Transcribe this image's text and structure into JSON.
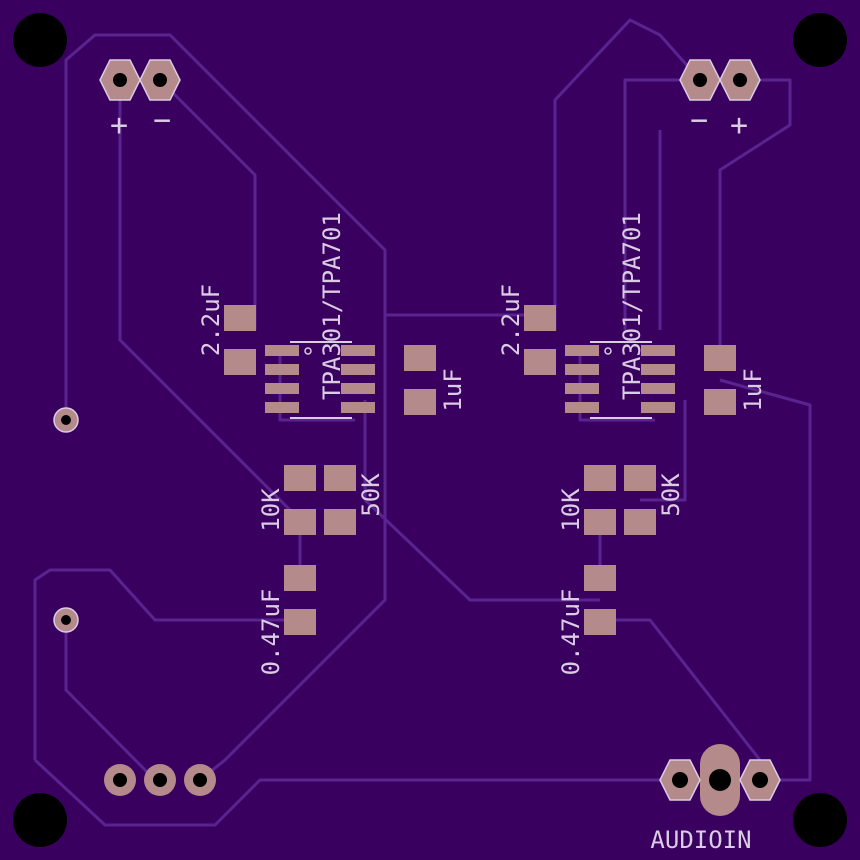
{
  "board": {
    "background_color": "#3a0060",
    "trace_color": "#5a2490",
    "pad_color": "#b48a8a",
    "hole_color": "#000000",
    "silk_color": "#d9cce3"
  },
  "connectors": {
    "left_power": {
      "plus": "+",
      "minus": "−"
    },
    "right_power": {
      "plus": "+",
      "minus": "−"
    },
    "audio_in_label": "AUDIOIN"
  },
  "left_channel": {
    "ic_label": "TPA301/TPA701",
    "cap_in_label": "2.2uF",
    "cap_bypass_label": "1uF",
    "r_gain_in_label": "10K",
    "r_gain_fb_label": "50K",
    "cap_couple_label": "0.47uF"
  },
  "right_channel": {
    "ic_label": "TPA301/TPA701",
    "cap_in_label": "2.2uF",
    "cap_bypass_label": "1uF",
    "r_gain_in_label": "10K",
    "r_gain_fb_label": "50K",
    "cap_couple_label": "0.47uF"
  }
}
